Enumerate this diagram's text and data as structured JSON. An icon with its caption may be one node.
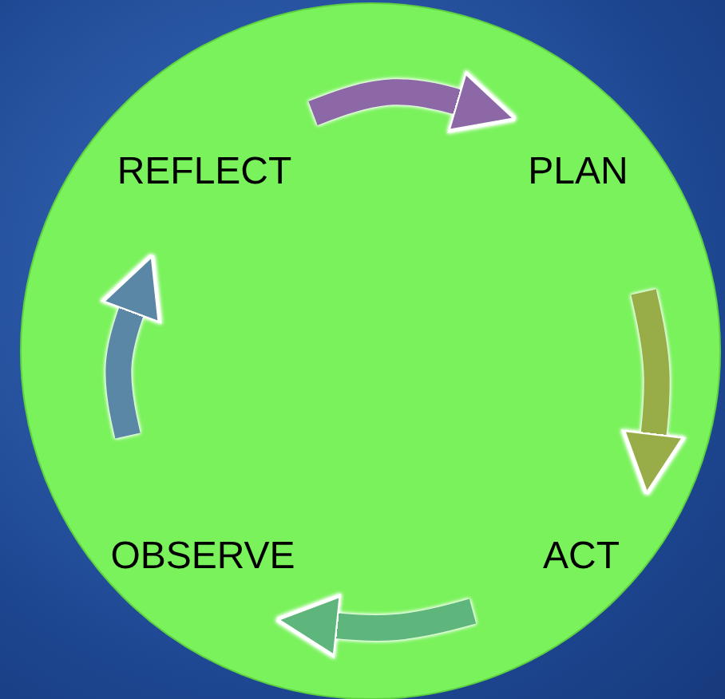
{
  "diagram": {
    "nodes": [
      {
        "text": [],
        "shape": "circle"
      },
      {
        "text": [
          "REFLECT"
        ],
        "in": 0
      },
      {
        "text": [
          "PLAN"
        ],
        "in": 0
      },
      {
        "text": [
          "ACT"
        ],
        "in": 0
      },
      {
        "text": [
          "OBSERVE"
        ],
        "in": 0
      }
    ],
    "edges": [
      {
        "from": 1,
        "to": 2,
        "arrow": "to",
        "color": "#8c68a6"
      },
      {
        "from": 2,
        "to": 3,
        "arrow": "to",
        "color": "#98ad48"
      },
      {
        "from": 3,
        "to": 4,
        "arrow": "to",
        "color": "#5fb67c"
      },
      {
        "from": 4,
        "to": 1,
        "arrow": "to",
        "color": "#5b87a6"
      }
    ]
  }
}
